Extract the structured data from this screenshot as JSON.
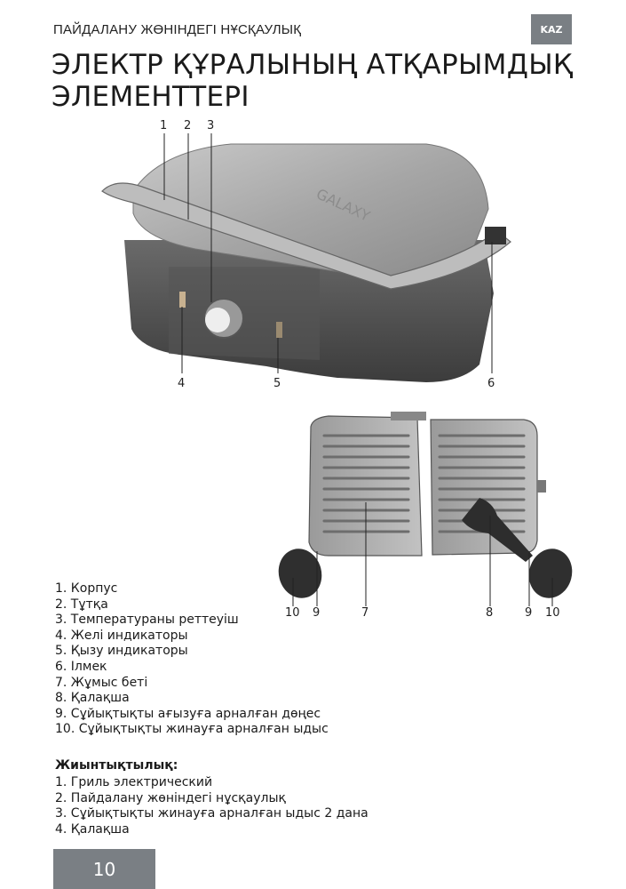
{
  "header": {
    "section_title": "ПАЙДАЛАНУ ЖӨНІНДЕГІ НҰСҚАУЛЫҚ",
    "language": "KAZ"
  },
  "page_title": {
    "line1": "ЭЛЕКТР ҚҰРАЛЫНЫҢ АТҚАРЫМДЫҚ",
    "line2": "ЭЛЕМЕНТТЕРІ"
  },
  "figure_top": {
    "brand_logo": "GALAXY",
    "callouts": [
      "1",
      "2",
      "3",
      "4",
      "5",
      "6"
    ]
  },
  "figure_bottom": {
    "callouts": [
      "10",
      "9",
      "7",
      "8",
      "9",
      "10"
    ]
  },
  "parts_list": [
    "1. Корпус",
    "2. Тұтқа",
    "3. Температураны реттеуіш",
    "4. Желі индикаторы",
    "5. Қызу индикаторы",
    "6. Ілмек",
    "7. Жұмыс беті",
    "8. Қалақша",
    "9. Сұйықтықты ағызуға арналған дөңес",
    "10. Сұйықтықты жинауға арналған ыдыс"
  ],
  "contents": {
    "heading": "Жиынтықтылық:",
    "items": [
      "1. Гриль электрический",
      "2. Пайдалану жөніндегі нұсқаулық",
      "3. Сұйықтықты жинауға арналған ыдыс 2 дана",
      "4. Қалақша"
    ]
  },
  "footer": {
    "page_number": "10"
  },
  "colors": {
    "badge_gray": "#7a7f84",
    "text": "#1a1a1a"
  }
}
